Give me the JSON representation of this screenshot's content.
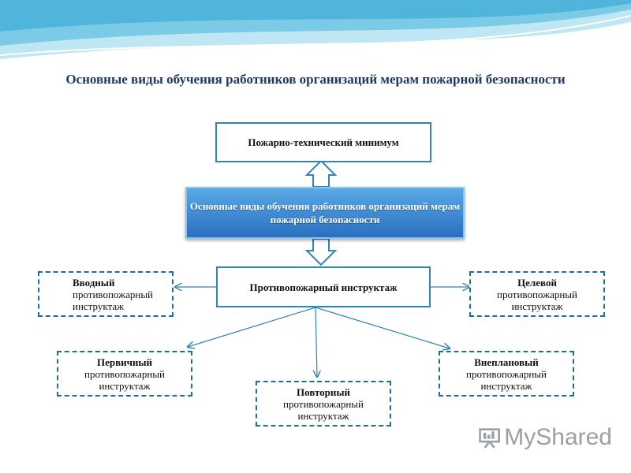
{
  "title": "Основные виды обучения работников организаций мерам пожарной безопасности",
  "center": "Основные виды обучения работников организаций мерам пожарной безопасности",
  "top_box": "Пожарно-технический минимум",
  "middle_box": "Противопожарный инструктаж",
  "types": {
    "vvodny": {
      "bold": "Вводный",
      "text": "противопожарный инструктаж"
    },
    "celevoy": {
      "bold": "Целевой",
      "text": "противопожарный инструктаж"
    },
    "pervichny": {
      "bold": "Первичный",
      "text": "противопожарный инструктаж"
    },
    "vneplanovy": {
      "bold": "Внеплановый",
      "text": "противопожарный инструктаж"
    },
    "povtorny": {
      "bold": "Повторный",
      "text": "противопожарный инструктаж"
    }
  },
  "logo": {
    "text": "MyShared"
  },
  "colors": {
    "border": "#2e86b4",
    "title": "#1f3864",
    "banner": "#2a6fc0"
  }
}
